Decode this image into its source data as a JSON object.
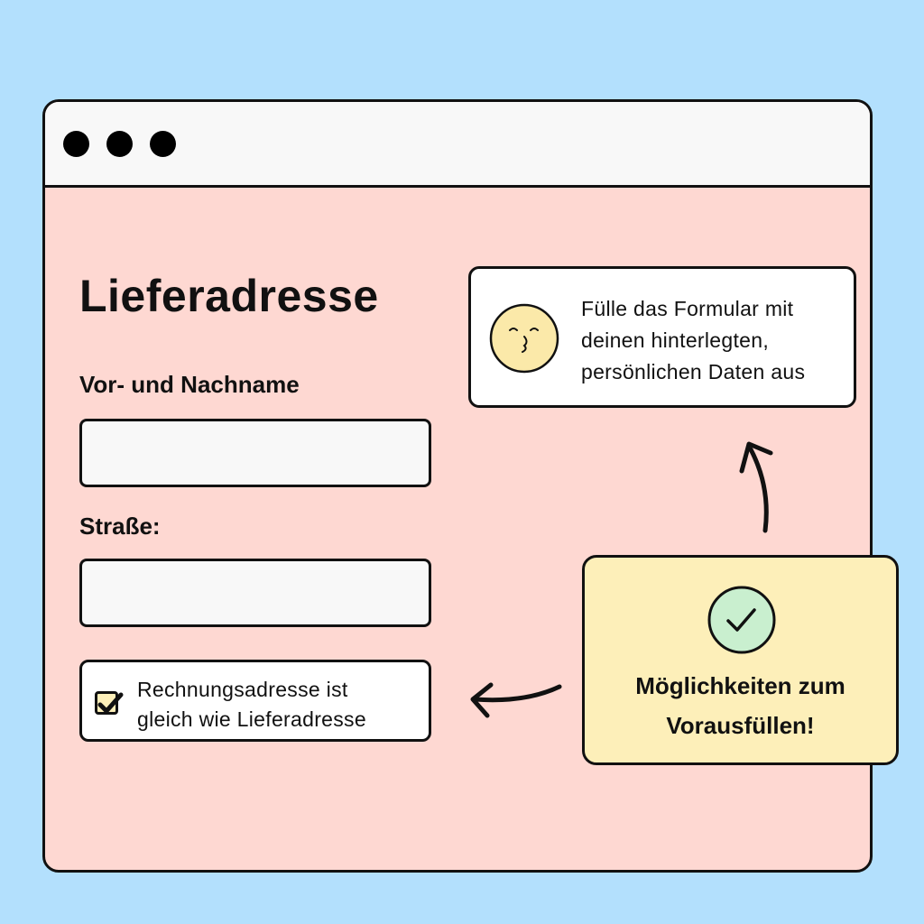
{
  "window": {
    "controls": [
      "dot",
      "dot",
      "dot"
    ],
    "colors": {
      "titlebar": "#f8f8f8",
      "content": "#fed8d2",
      "background": "#b3e0fd"
    }
  },
  "form": {
    "title": "Lieferadresse",
    "fields": [
      {
        "label": "Vor- und Nachname",
        "value": ""
      },
      {
        "label": "Straße:",
        "value": ""
      }
    ],
    "checkbox": {
      "checked": true,
      "line1": "Rechnungsadresse ist",
      "line2": "gleich wie Lieferadresse"
    }
  },
  "tip": {
    "icon": "smiley-face-icon",
    "line1": "Fülle das Formular mit",
    "line2": "deinen hinterlegten,",
    "line3": "persönlichen Daten aus"
  },
  "promo": {
    "icon": "check-circle-icon",
    "line1": "Möglichkeiten zum",
    "line2": "Vorausfüllen!",
    "colors": {
      "card": "#fdefb9",
      "check": "#c9efcf"
    }
  }
}
